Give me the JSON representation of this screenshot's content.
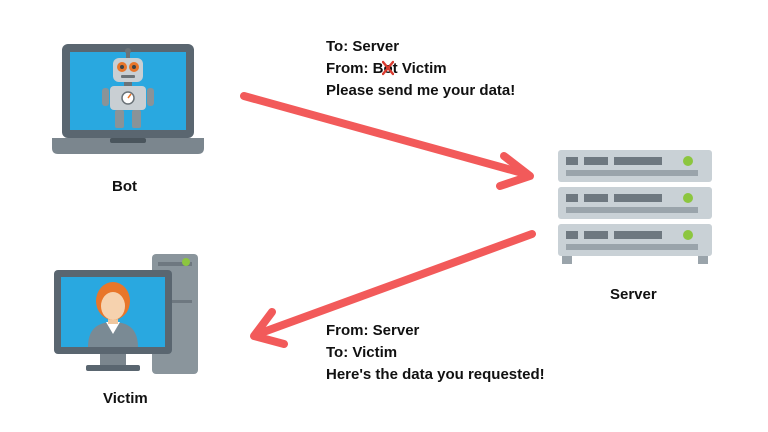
{
  "nodes": {
    "bot": {
      "label": "Bot"
    },
    "victim": {
      "label": "Victim"
    },
    "server": {
      "label": "Server"
    }
  },
  "messages": {
    "request": {
      "to": "To: Server",
      "from_prefix": "From: B",
      "from_struck": "o",
      "from_suffix": "t Victim",
      "body": "Please send me your data!"
    },
    "response": {
      "from": "From: Server",
      "to": "To: Victim",
      "body": "Here's the data you requested!"
    }
  },
  "colors": {
    "arrow": "#f25a5a",
    "screen": "#29a8e0",
    "laptop_body": "#5a6670",
    "server_body": "#c9d1d6",
    "server_led": "#8cc63f",
    "hair": "#e8762a",
    "strike_mark": "#d93a2f"
  }
}
